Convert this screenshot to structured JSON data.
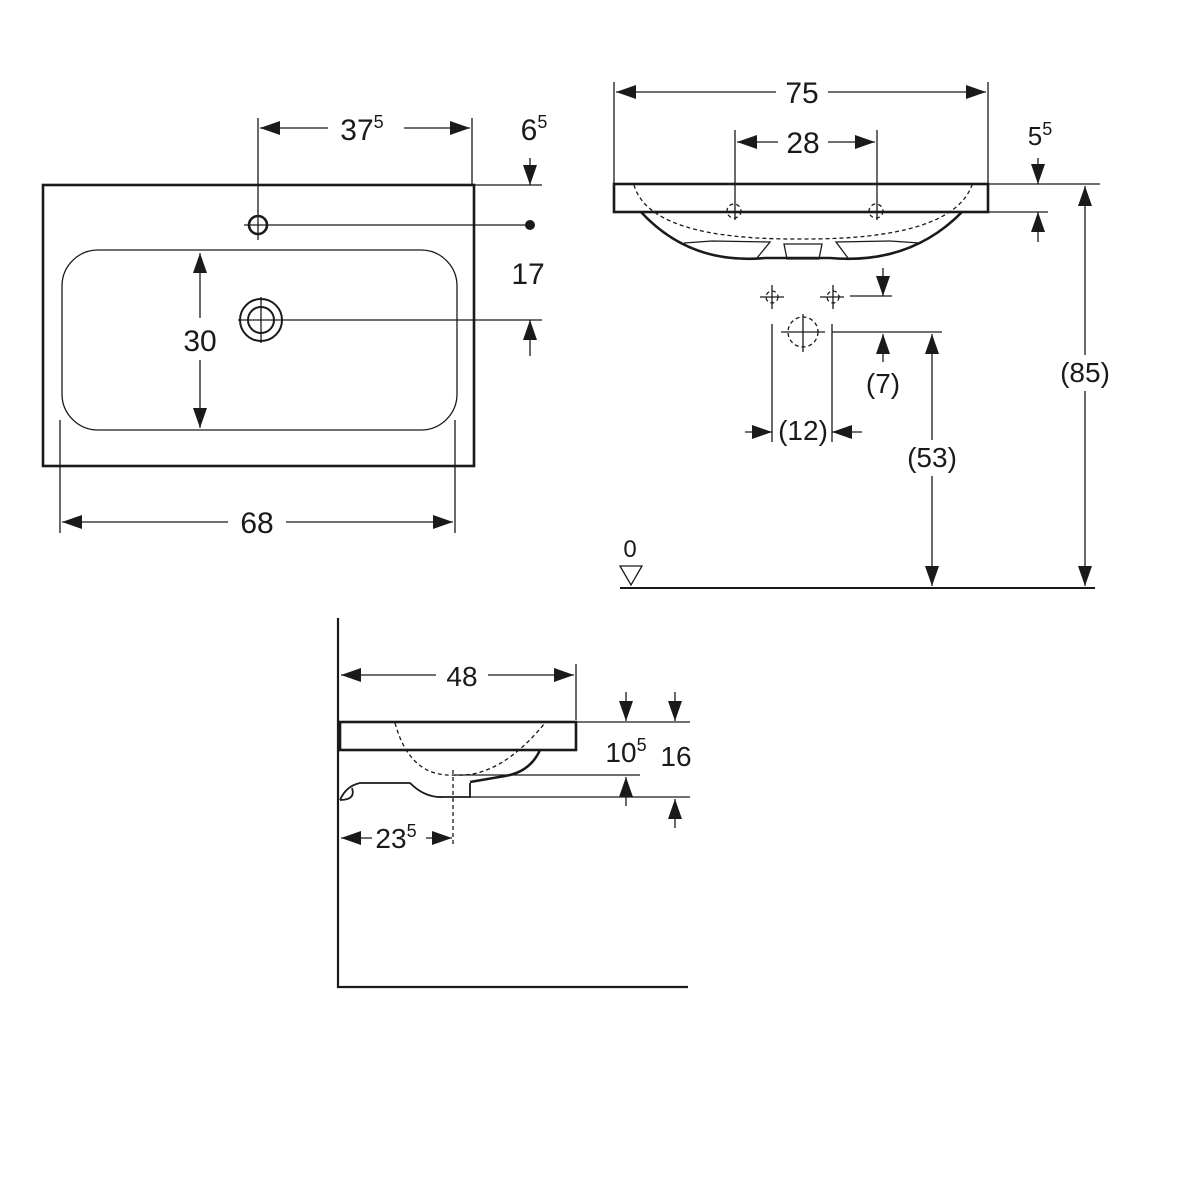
{
  "top_view": {
    "width_hole_offset": {
      "base": "37",
      "sup": "5"
    },
    "hole_from_back": {
      "base": "6",
      "sup": "5"
    },
    "overflow_offset": "17",
    "bowl_depth": "30",
    "bowl_width": "68"
  },
  "front_view": {
    "overall_width": "75",
    "hole_spacing": "28",
    "rim_thickness": {
      "base": "5",
      "sup": "5"
    },
    "trap_offset": "(7)",
    "trap_width": "(12)",
    "trap_height": "(53)",
    "rim_height": "(85)",
    "floor_level": "0"
  },
  "side_view": {
    "depth": "48",
    "bowl_depth": {
      "base": "10",
      "sup": "5"
    },
    "overall_height": "16",
    "drain_offset": {
      "base": "23",
      "sup": "5"
    }
  }
}
